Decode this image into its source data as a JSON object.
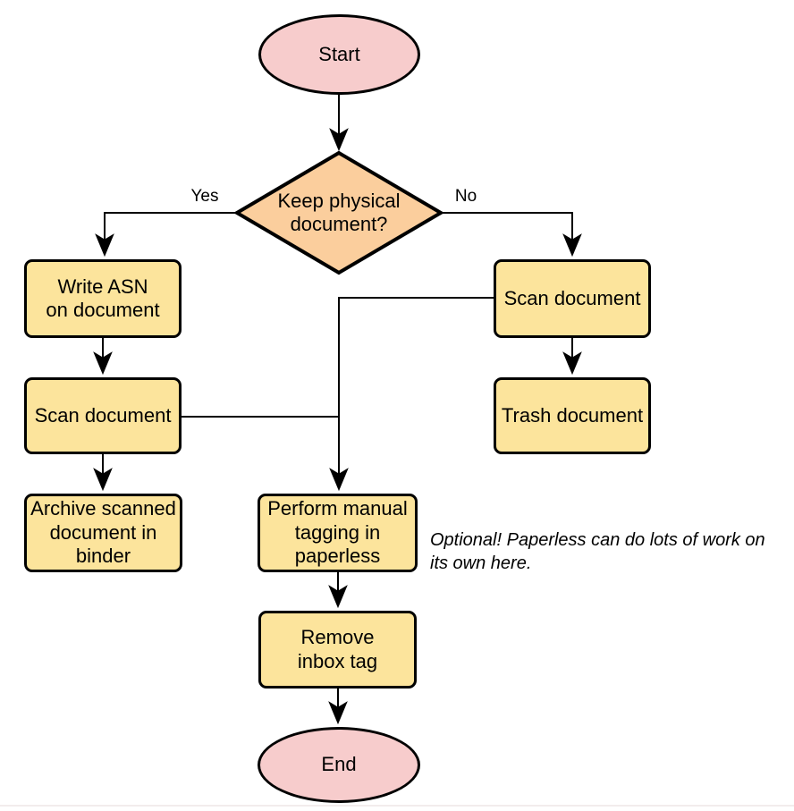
{
  "colors": {
    "background": "#FFFFFF",
    "terminal_fill": "#F7CCCC",
    "decision_fill": "#FBCE9D",
    "process_fill": "#FCE49C",
    "stroke": "#000000"
  },
  "nodes": {
    "start": {
      "label": "Start"
    },
    "decision": {
      "label": "Keep physical\ndocument?"
    },
    "write_asn": {
      "label": "Write ASN\non document"
    },
    "scan_left": {
      "label": "Scan document"
    },
    "archive": {
      "label": "Archive scanned\ndocument in\nbinder"
    },
    "scan_right": {
      "label": "Scan document"
    },
    "trash": {
      "label": "Trash document"
    },
    "perform_tagging": {
      "label": "Perform manual\ntagging in\npaperless"
    },
    "remove_inbox": {
      "label": "Remove\ninbox tag"
    },
    "end": {
      "label": "End"
    }
  },
  "edge_labels": {
    "yes": "Yes",
    "no": "No"
  },
  "note": "Optional! Paperless can do lots of work on\nits own here."
}
